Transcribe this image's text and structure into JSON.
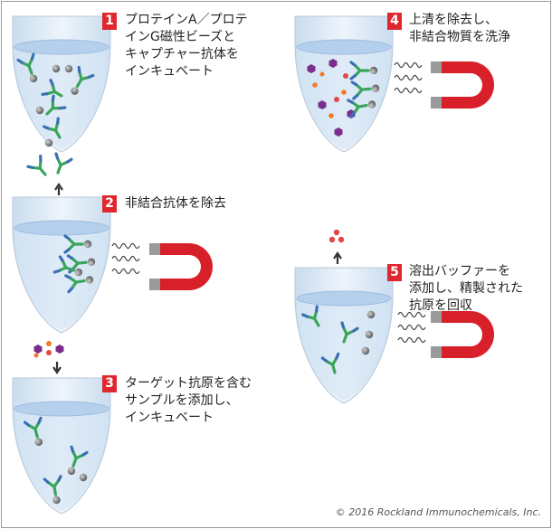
{
  "steps": [
    {
      "num": "1",
      "text": "プロテインA／プロテ\nインG磁性ビーズと\nキャプチャー抗体を\nインキュベート"
    },
    {
      "num": "2",
      "text": "非結合抗体を除去"
    },
    {
      "num": "3",
      "text": "ターゲット抗原を含む\nサンプルを添加し、\nインキュベート"
    },
    {
      "num": "4",
      "text": "上清を除去し、\n非結合物質を洗浄"
    },
    {
      "num": "5",
      "text": "溶出バッファーを\n添加し、精製された\n抗原を回収"
    }
  ],
  "copyright": "© 2016 Rockland Immunochemicals, Inc.",
  "colors": {
    "badge": "#e0262e",
    "tube_fill": "#e4eef8",
    "liquid_fill": "#c5dcf2",
    "antibody_green": "#3aa55a",
    "antibody_blue": "#3a6fb5",
    "bead": "#7a7a7a",
    "antigen_purple": "#7b2d8e",
    "antigen_orange": "#f07a2a",
    "antigen_red": "#e04848",
    "magnet_red": "#d8202a"
  }
}
